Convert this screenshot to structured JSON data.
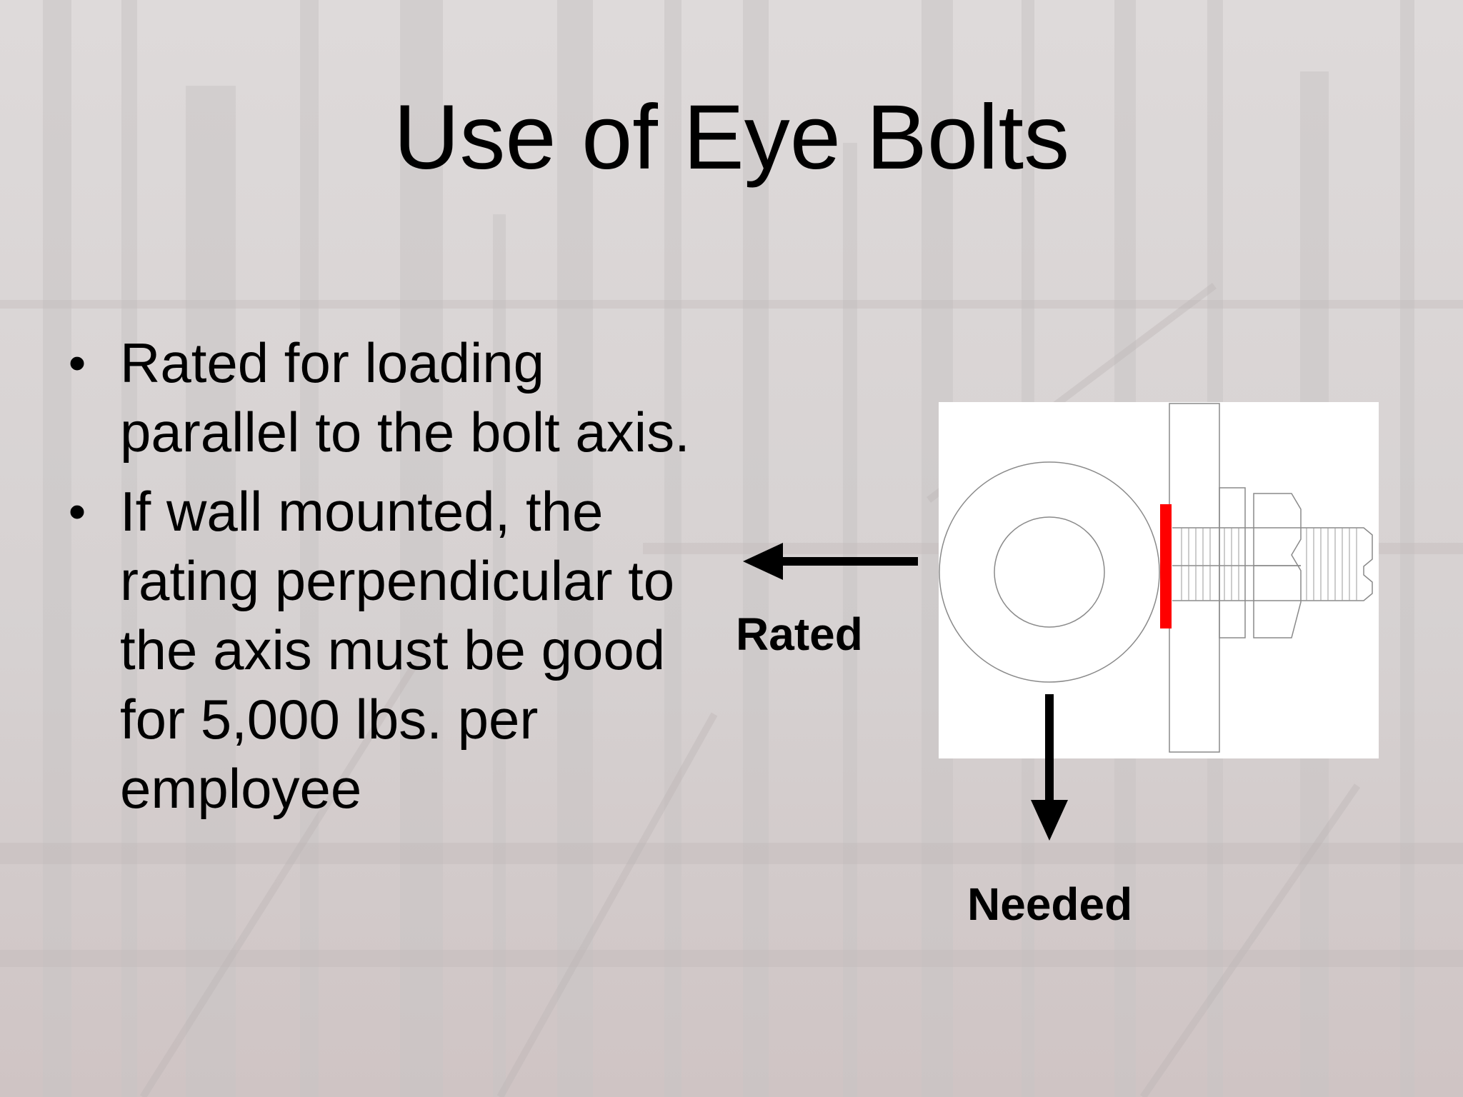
{
  "slide": {
    "title": "Use of Eye Bolts",
    "bullets": [
      {
        "text": "Rated for loading parallel to the bolt axis."
      },
      {
        "text": "If wall mounted, the rating perpendicular to the axis must be good for 5,000 lbs. per employee"
      }
    ],
    "figure": {
      "rated_label": "Rated",
      "needed_label": "Needed",
      "highlight_color": "#ff0000"
    },
    "bullet_symbol": "•"
  }
}
